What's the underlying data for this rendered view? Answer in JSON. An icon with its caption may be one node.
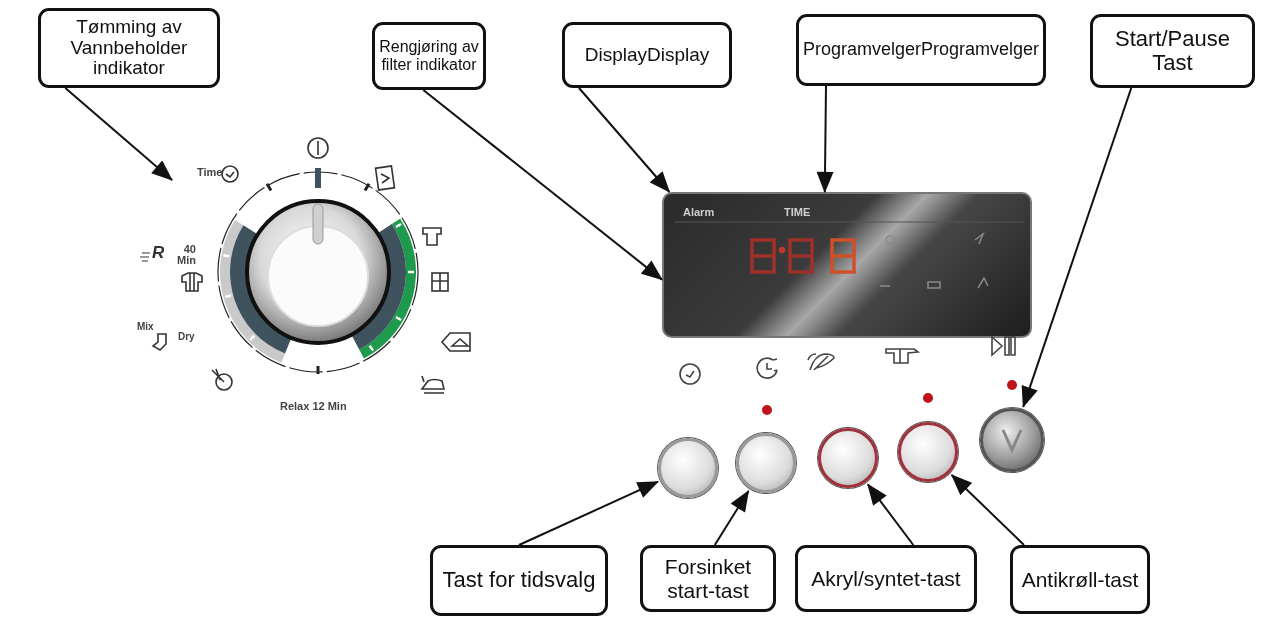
{
  "diagram": {
    "nodes": [
      {
        "text": [
          "Tømming av Vannbeholder indikator"
        ]
      },
      {
        "text": [
          "Rengjøring av filter indikator"
        ]
      },
      {
        "text": [
          "DisplayDisplay"
        ]
      },
      {
        "text": [
          "ProgramvelgerProgramvelger"
        ]
      },
      {
        "text": [
          "Start/Pause Tast"
        ]
      },
      {
        "text": [
          "Tast for tidsvalg"
        ]
      },
      {
        "text": [
          "Forsinket start-tast"
        ]
      },
      {
        "text": [
          "Akryl/syntet-tast"
        ]
      },
      {
        "text": [
          "Antikrøll-tast"
        ]
      },
      {
        "text": [],
        "shape": "box"
      },
      {
        "text": [],
        "shape": "circle"
      },
      {
        "text": [],
        "shape": "circle"
      },
      {
        "text": [],
        "shape": "circle"
      },
      {
        "text": [],
        "shape": "circle"
      },
      {
        "text": [],
        "shape": "circle"
      }
    ],
    "edges": [
      {
        "from": 0,
        "to": null,
        "arrow": "to"
      },
      {
        "from": 1,
        "to": 9,
        "arrow": "to"
      },
      {
        "from": 2,
        "to": 9,
        "arrow": "to"
      },
      {
        "from": 3,
        "to": 9,
        "arrow": "to"
      },
      {
        "from": 4,
        "to": 14,
        "arrow": "to"
      },
      {
        "from": 5,
        "to": 10,
        "arrow": "to"
      },
      {
        "from": 6,
        "to": 11,
        "arrow": "to"
      },
      {
        "from": 7,
        "to": 12,
        "arrow": "to"
      },
      {
        "from": 8,
        "to": 13,
        "arrow": "to"
      }
    ],
    "labels": [
      "Time",
      "R",
      "40 Min",
      "Mix",
      "Dry",
      "Relax 12 Min",
      "Alarm",
      "TIME"
    ]
  }
}
